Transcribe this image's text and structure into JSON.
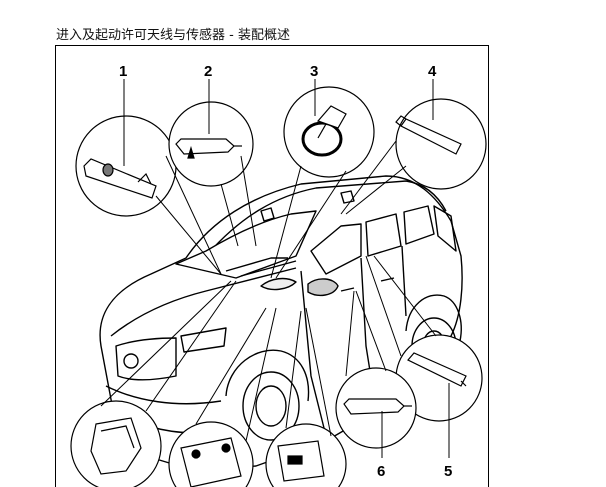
{
  "page": {
    "title": "进入及起动许可天线与传感器 - 装配概述"
  },
  "diagram": {
    "callouts": [
      {
        "id": "1",
        "label": "1"
      },
      {
        "id": "2",
        "label": "2"
      },
      {
        "id": "3",
        "label": "3"
      },
      {
        "id": "4",
        "label": "4"
      },
      {
        "id": "5",
        "label": "5"
      },
      {
        "id": "6",
        "label": "6"
      }
    ]
  }
}
